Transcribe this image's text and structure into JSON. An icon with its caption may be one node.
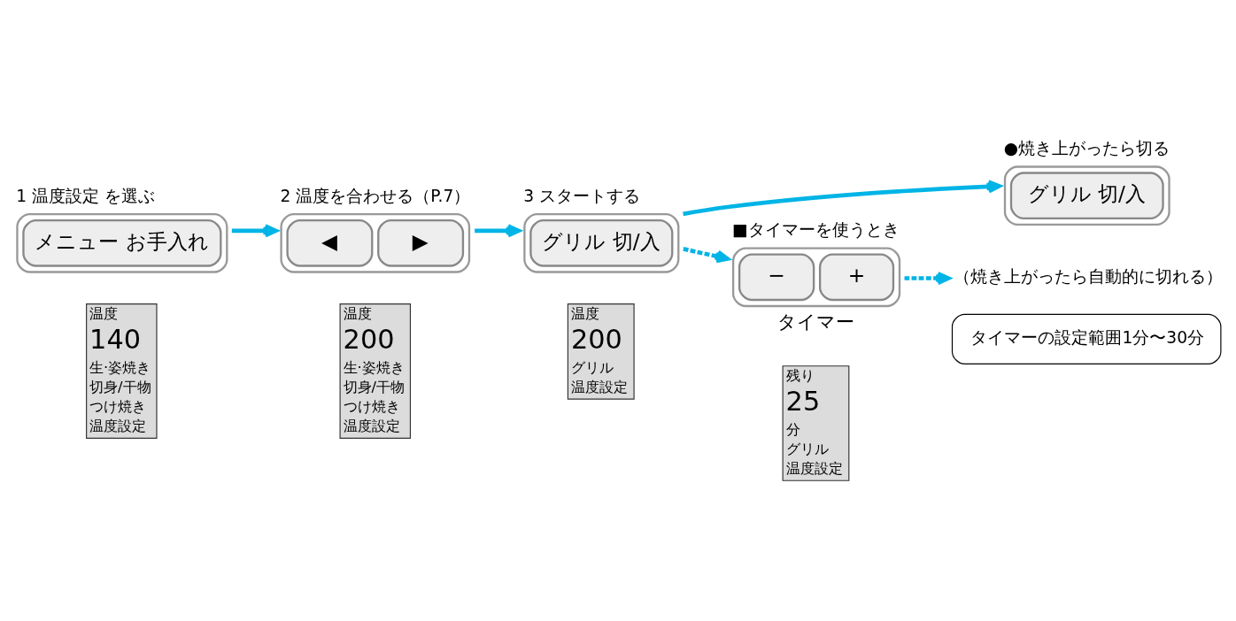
{
  "diagram": {
    "nodes": [
      {
        "text": [
          "メニュー お手入れ"
        ],
        "beside": [
          "1 温度設定 を選ぶ"
        ]
      },
      {
        "text": [
          "温度",
          "140",
          "生·姿焼き",
          "切身/干物",
          "つけ焼き",
          "温度設定"
        ]
      },
      {
        "text": [
          "◀",
          "▶"
        ],
        "beside": [
          "2 温度を合わせる（P.7）"
        ]
      },
      {
        "text": [
          "温度",
          "200",
          "生·姿焼き",
          "切身/干物",
          "つけ焼き",
          "温度設定"
        ]
      },
      {
        "text": [
          "グリル 切/入"
        ],
        "beside": [
          "3 スタートする"
        ]
      },
      {
        "text": [
          "温度",
          "200",
          "グリル",
          "温度設定"
        ]
      },
      {
        "text": [
          "グリル 切/入"
        ],
        "beside": [
          "●焼き上がったら切る"
        ]
      },
      {
        "text": [
          "−",
          "+"
        ],
        "beside": [
          "■タイマーを使うとき",
          "タイマー"
        ]
      },
      {
        "text": [
          "残り",
          "25",
          "分",
          "グリル",
          "温度設定"
        ]
      },
      {
        "text": [
          "（焼き上がったら自動的に切れる）"
        ]
      },
      {
        "text": [
          "タイマーの設定範囲1分〜30分"
        ]
      }
    ],
    "edges": [
      {
        "from": 0,
        "to": 2,
        "arrow": "to"
      },
      {
        "from": 2,
        "to": 4,
        "arrow": "to"
      },
      {
        "from": 4,
        "to": 6,
        "arrow": "to"
      },
      {
        "from": 4,
        "to": 7,
        "arrow": "to",
        "style": "dashed"
      },
      {
        "from": 7,
        "to": 9,
        "arrow": "to",
        "style": "dashed"
      }
    ]
  }
}
